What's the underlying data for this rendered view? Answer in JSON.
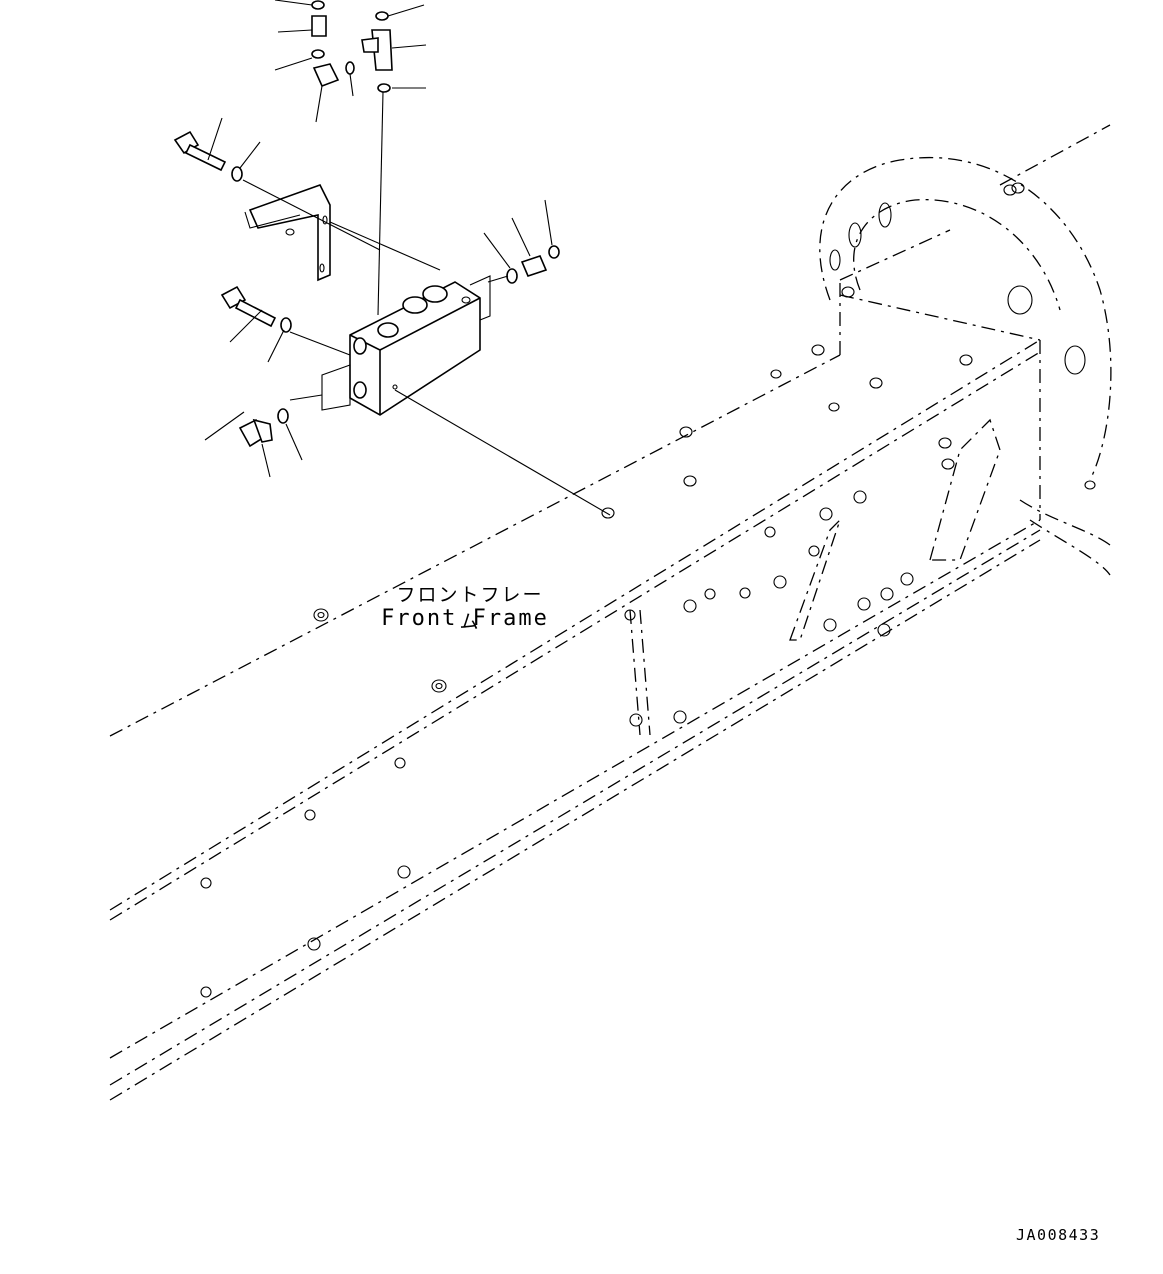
{
  "labels": {
    "frame_jp": "フロントフレーム",
    "frame_en": "Front Frame"
  },
  "drawing_id": "JA008433"
}
